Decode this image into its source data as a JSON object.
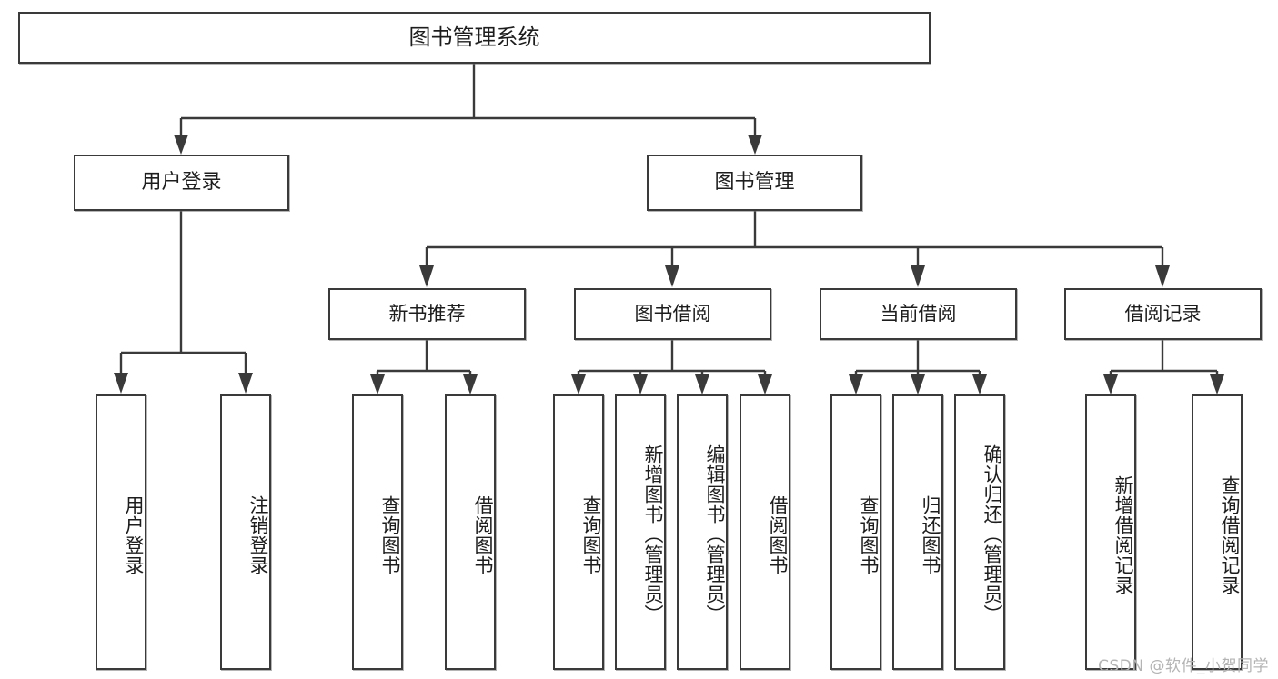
{
  "diagram": {
    "title": "图书管理系统",
    "type": "tree",
    "orientation": "top-down",
    "colors": {
      "stroke": "#3a3a3a",
      "fill": "#ffffff",
      "text": "#1d1d1d",
      "watermark": "#b4b4b4"
    },
    "root": {
      "id": "root",
      "label": "图书管理系统",
      "level": 0
    },
    "level1": [
      {
        "id": "user-login",
        "label": "用户登录",
        "level": 1
      },
      {
        "id": "book-manage",
        "label": "图书管理",
        "level": 1
      }
    ],
    "level2": [
      {
        "id": "new-book-recommend",
        "label": "新书推荐",
        "level": 2,
        "parent": "book-manage"
      },
      {
        "id": "book-borrow",
        "label": "图书借阅",
        "level": 2,
        "parent": "book-manage"
      },
      {
        "id": "current-borrow",
        "label": "当前借阅",
        "level": 2,
        "parent": "book-manage"
      },
      {
        "id": "borrow-record",
        "label": "借阅记录",
        "level": 2,
        "parent": "book-manage"
      }
    ],
    "leaves": [
      {
        "id": "leaf-user-login",
        "label": "用户登录",
        "parent": "user-login"
      },
      {
        "id": "leaf-logout",
        "label": "注销登录",
        "parent": "user-login"
      },
      {
        "id": "leaf-query-book-1",
        "label": "查询图书",
        "parent": "new-book-recommend"
      },
      {
        "id": "leaf-borrow-book-1",
        "label": "借阅图书",
        "parent": "new-book-recommend"
      },
      {
        "id": "leaf-query-book-2",
        "label": "查询图书",
        "parent": "book-borrow"
      },
      {
        "id": "leaf-add-book",
        "label": "新增图书（管理员）",
        "parent": "book-borrow"
      },
      {
        "id": "leaf-edit-book",
        "label": "编辑图书（管理员）",
        "parent": "book-borrow"
      },
      {
        "id": "leaf-borrow-book-2",
        "label": "借阅图书",
        "parent": "book-borrow"
      },
      {
        "id": "leaf-query-book-3",
        "label": "查询图书",
        "parent": "current-borrow"
      },
      {
        "id": "leaf-return-book",
        "label": "归还图书",
        "parent": "current-borrow"
      },
      {
        "id": "leaf-confirm-return",
        "label": "确认归还（管理员）",
        "parent": "current-borrow"
      },
      {
        "id": "leaf-add-record",
        "label": "新增借阅记录",
        "parent": "borrow-record"
      },
      {
        "id": "leaf-query-record",
        "label": "查询借阅记录",
        "parent": "borrow-record"
      }
    ]
  },
  "watermark": {
    "text": "CSDN @软件_小贺同学"
  }
}
